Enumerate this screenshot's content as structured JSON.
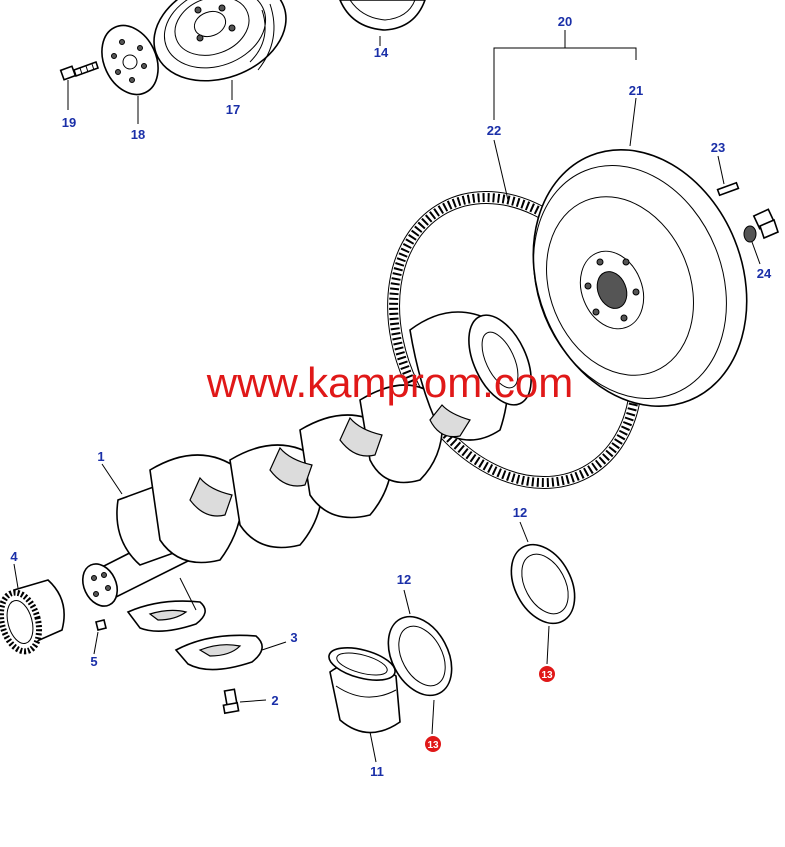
{
  "watermark": "www.kamprom.com",
  "colors": {
    "label": "#1a2fa8",
    "watermark": "#e01818",
    "highlight_marker": "#e01818",
    "line": "#000000"
  },
  "callouts": {
    "c1": "1",
    "c2": "2",
    "c3": "3",
    "c4": "4",
    "c5": "5",
    "c11": "11",
    "c12a": "12",
    "c12b": "12",
    "c13a": "13",
    "c13b": "13",
    "c14": "14",
    "c17": "17",
    "c18": "18",
    "c19": "19",
    "c20": "20",
    "c21": "21",
    "c22": "22",
    "c23": "23",
    "c24": "24"
  }
}
